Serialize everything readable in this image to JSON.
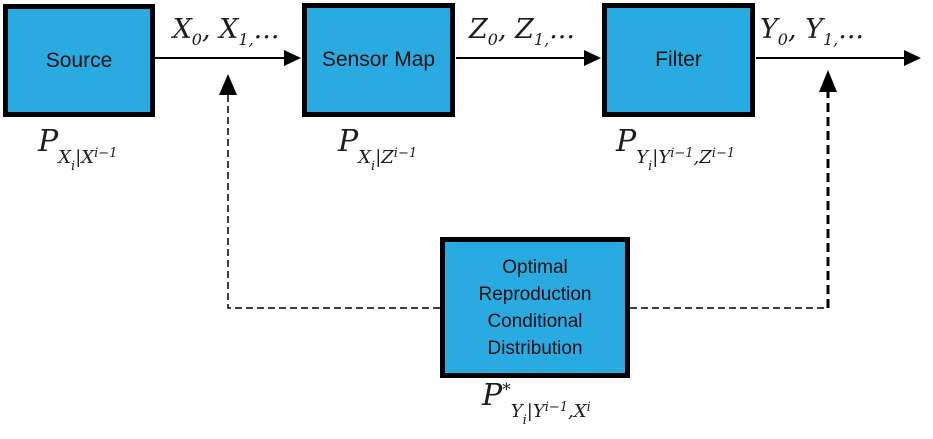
{
  "colors": {
    "box_fill": "#29ABE2",
    "box_border": "#000000",
    "line": "#000000",
    "background": "#FFFFFF"
  },
  "boxes": {
    "source": {
      "label": "Source"
    },
    "sensor": {
      "label": "Sensor Map"
    },
    "filter": {
      "label": "Filter"
    },
    "reproduction": {
      "label_lines": [
        "Optimal",
        "Reproduction",
        "Conditional",
        "Distribution"
      ]
    }
  },
  "signals": {
    "x": [
      {
        "x": "X",
        "c": "m"
      },
      {
        "x": "0",
        "c": "sub"
      },
      {
        "x": ", ",
        "c": "m"
      },
      {
        "x": "X",
        "c": "m"
      },
      {
        "x": "1",
        "c": "sub"
      },
      {
        "x": ",",
        "c": "sub"
      },
      {
        "x": "...",
        "c": "m"
      }
    ],
    "z": [
      {
        "x": "Z",
        "c": "m"
      },
      {
        "x": "0",
        "c": "sub"
      },
      {
        "x": ", ",
        "c": "m"
      },
      {
        "x": "Z",
        "c": "m"
      },
      {
        "x": "1",
        "c": "sub"
      },
      {
        "x": ",",
        "c": "sub"
      },
      {
        "x": "...",
        "c": "m"
      }
    ],
    "y": [
      {
        "x": "Y",
        "c": "m"
      },
      {
        "x": "0",
        "c": "sub"
      },
      {
        "x": ", ",
        "c": "m"
      },
      {
        "x": "Y",
        "c": "m"
      },
      {
        "x": "1",
        "c": "sub"
      },
      {
        "x": ",",
        "c": "sub"
      },
      {
        "x": "...",
        "c": "m"
      }
    ]
  },
  "distributions": {
    "source": [
      {
        "x": "P",
        "c": "m"
      },
      {
        "x": "X",
        "c": "sub"
      },
      {
        "x": "i",
        "c": "ssub"
      },
      {
        "x": "|",
        "c": "sub"
      },
      {
        "x": "X",
        "c": "sub"
      },
      {
        "x": "i−1",
        "c": "ssup"
      }
    ],
    "sensor": [
      {
        "x": "P",
        "c": "m"
      },
      {
        "x": "X",
        "c": "sub"
      },
      {
        "x": "i",
        "c": "ssub"
      },
      {
        "x": "|",
        "c": "sub"
      },
      {
        "x": "Z",
        "c": "sub"
      },
      {
        "x": "i−1",
        "c": "ssup"
      }
    ],
    "filter": [
      {
        "x": "P",
        "c": "m"
      },
      {
        "x": "Y",
        "c": "sub"
      },
      {
        "x": "i",
        "c": "ssub"
      },
      {
        "x": "|",
        "c": "sub"
      },
      {
        "x": "Y",
        "c": "sub"
      },
      {
        "x": "i−1",
        "c": "ssup"
      },
      {
        "x": ",",
        "c": "sub"
      },
      {
        "x": "Z",
        "c": "sub"
      },
      {
        "x": "i−1",
        "c": "ssup"
      }
    ],
    "reproduction": [
      {
        "x": "P",
        "c": "m"
      },
      {
        "x": "*",
        "c": "star"
      },
      {
        "x": "Y",
        "c": "sub"
      },
      {
        "x": "i",
        "c": "ssub"
      },
      {
        "x": "|",
        "c": "sub"
      },
      {
        "x": "Y",
        "c": "sub"
      },
      {
        "x": "i−1",
        "c": "ssup"
      },
      {
        "x": ",",
        "c": "sub"
      },
      {
        "x": "X",
        "c": "sub"
      },
      {
        "x": "i",
        "c": "ssup"
      }
    ]
  }
}
